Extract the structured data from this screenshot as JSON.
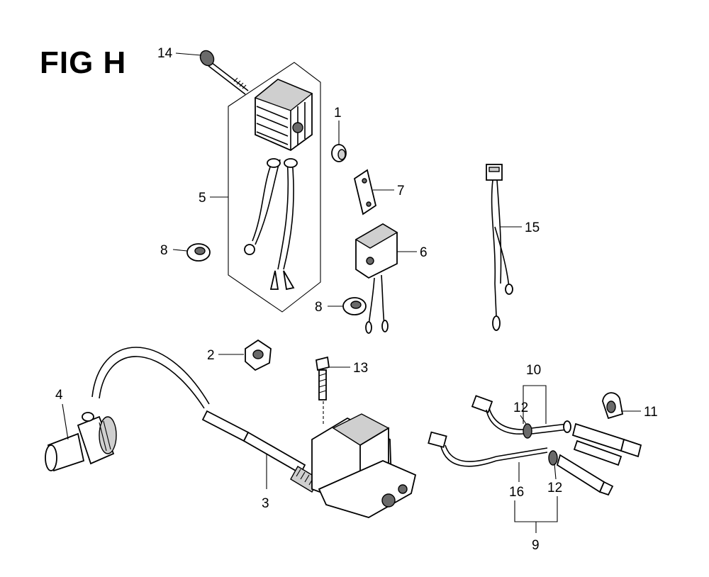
{
  "figure": {
    "title": "FIG H"
  },
  "callouts": [
    {
      "id": "c14",
      "label": "14"
    },
    {
      "id": "c1",
      "label": "1"
    },
    {
      "id": "c7",
      "label": "7"
    },
    {
      "id": "c5",
      "label": "5"
    },
    {
      "id": "c8a",
      "label": "8"
    },
    {
      "id": "c6",
      "label": "6"
    },
    {
      "id": "c8b",
      "label": "8"
    },
    {
      "id": "c15",
      "label": "15"
    },
    {
      "id": "c2",
      "label": "2"
    },
    {
      "id": "c13",
      "label": "13"
    },
    {
      "id": "c4",
      "label": "4"
    },
    {
      "id": "c3",
      "label": "3"
    },
    {
      "id": "c10",
      "label": "10"
    },
    {
      "id": "c12a",
      "label": "12"
    },
    {
      "id": "c11",
      "label": "11"
    },
    {
      "id": "c16",
      "label": "16"
    },
    {
      "id": "c12b",
      "label": "12"
    },
    {
      "id": "c9",
      "label": "9"
    }
  ]
}
